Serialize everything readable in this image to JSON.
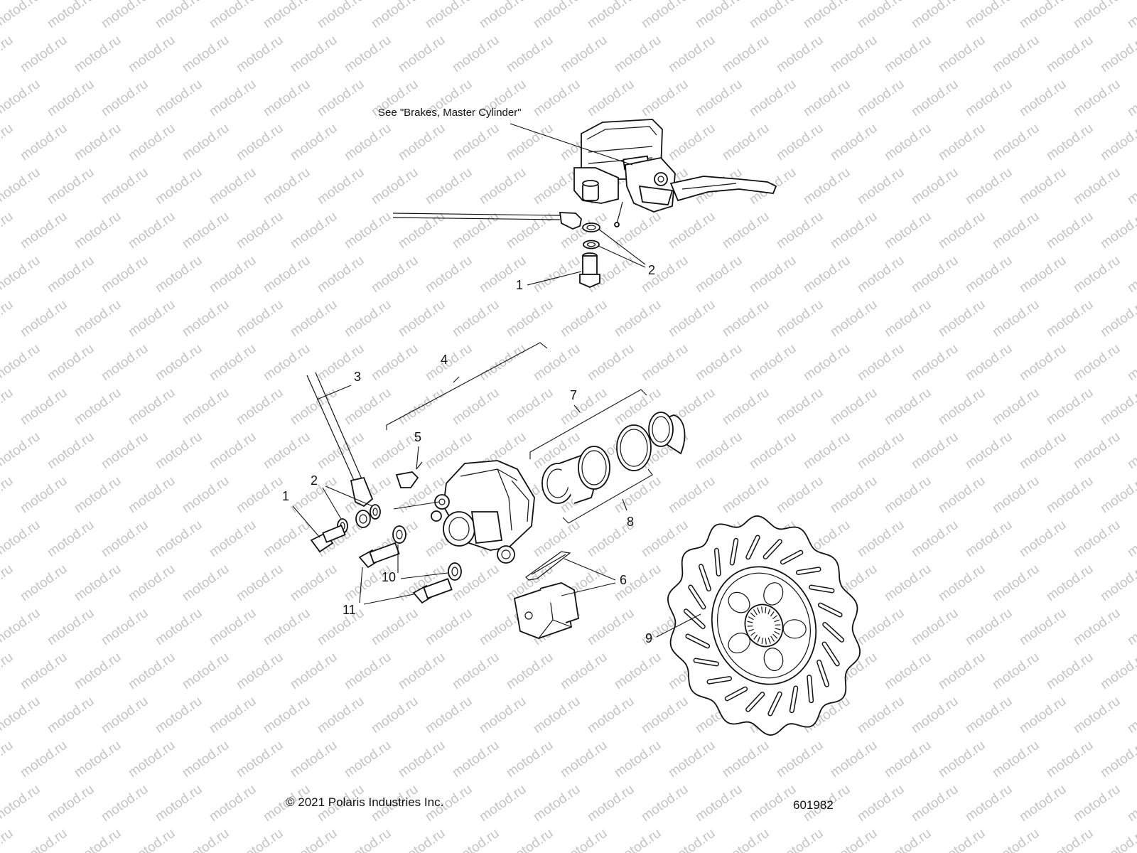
{
  "watermark": {
    "text": "motod.ru"
  },
  "reference_note": "See \"Brakes, Master Cylinder\"",
  "callouts": {
    "c1_top": "1",
    "c2_top": "2",
    "c3": "3",
    "c4": "4",
    "c5": "5",
    "c1_bottom": "1",
    "c2_bottom": "2",
    "c7": "7",
    "c8": "8",
    "c6": "6",
    "c10": "10",
    "c11": "11",
    "c9": "9"
  },
  "footer": {
    "copyright": "© 2021 Polaris Industries Inc.",
    "diagram_number": "601982"
  }
}
